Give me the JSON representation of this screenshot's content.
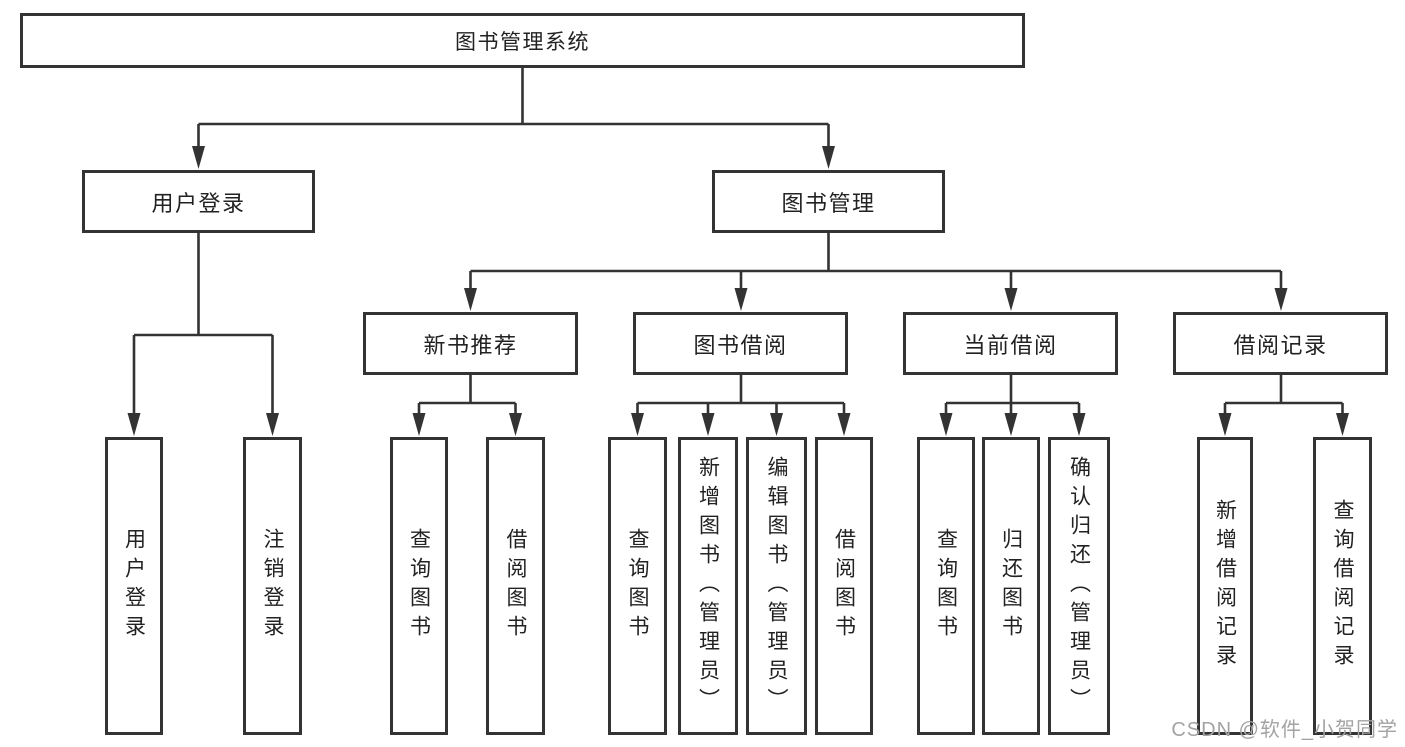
{
  "watermark": "CSDN @软件_小贺同学",
  "colors": {
    "line": "#333333",
    "box_border": "#333333",
    "text": "#222222",
    "background": "#ffffff",
    "watermark": "#a3a3a3"
  },
  "tree": {
    "root": {
      "label": "图书管理系统"
    },
    "branches": [
      {
        "label": "用户登录",
        "children": [
          {
            "label": "用户登录"
          },
          {
            "label": "注销登录"
          }
        ]
      },
      {
        "label": "图书管理",
        "children": [
          {
            "label": "新书推荐",
            "children": [
              {
                "label": "查询图书"
              },
              {
                "label": "借阅图书"
              }
            ]
          },
          {
            "label": "图书借阅",
            "children": [
              {
                "label": "查询图书"
              },
              {
                "label": "新增图书（管理员）"
              },
              {
                "label": "编辑图书（管理员）"
              },
              {
                "label": "借阅图书"
              }
            ]
          },
          {
            "label": "当前借阅",
            "children": [
              {
                "label": "查询图书"
              },
              {
                "label": "归还图书"
              },
              {
                "label": "确认归还（管理员）"
              }
            ]
          },
          {
            "label": "借阅记录",
            "children": [
              {
                "label": "新增借阅记录"
              },
              {
                "label": "查询借阅记录"
              }
            ]
          }
        ]
      }
    ]
  }
}
